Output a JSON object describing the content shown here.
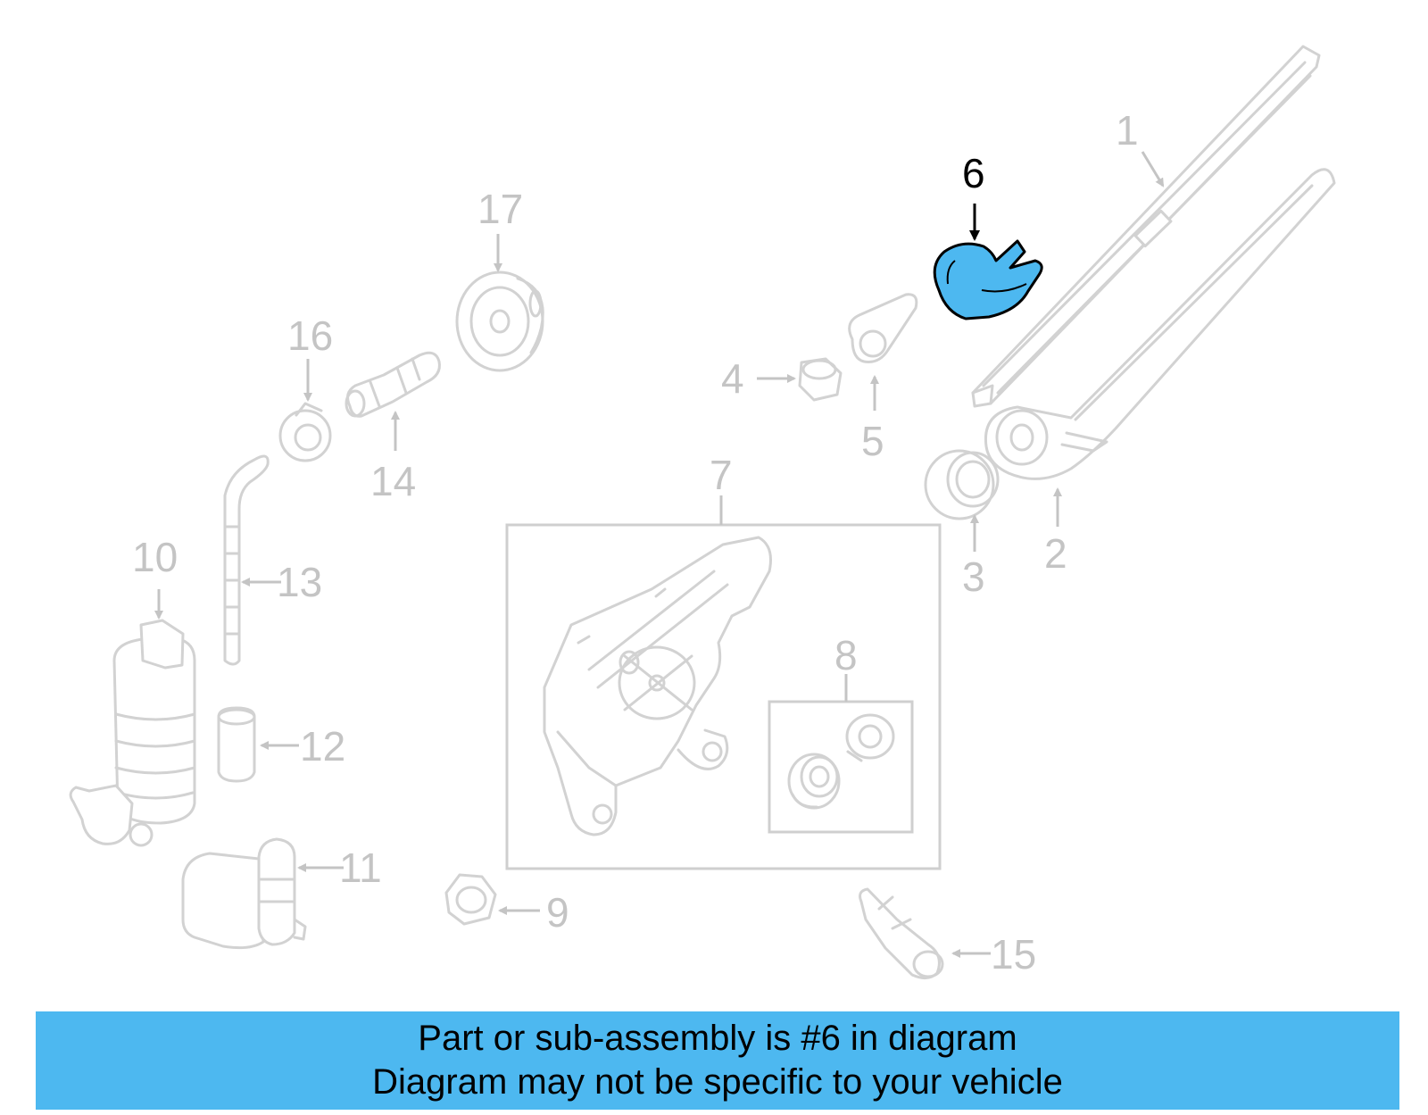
{
  "diagram": {
    "highlighted_part": "6",
    "highlight_color": "#4db8f0",
    "faded_color": "#d2d2d2",
    "callouts": {
      "p1": "1",
      "p2": "2",
      "p3": "3",
      "p4": "4",
      "p5": "5",
      "p6": "6",
      "p7": "7",
      "p8": "8",
      "p9": "9",
      "p10": "10",
      "p11": "11",
      "p12": "12",
      "p13": "13",
      "p14": "14",
      "p15": "15",
      "p16": "16",
      "p17": "17"
    }
  },
  "banner": {
    "line1": "Part or sub-assembly is #6 in diagram",
    "line2": "Diagram may not be specific to your vehicle",
    "background": "#4db8f0"
  }
}
